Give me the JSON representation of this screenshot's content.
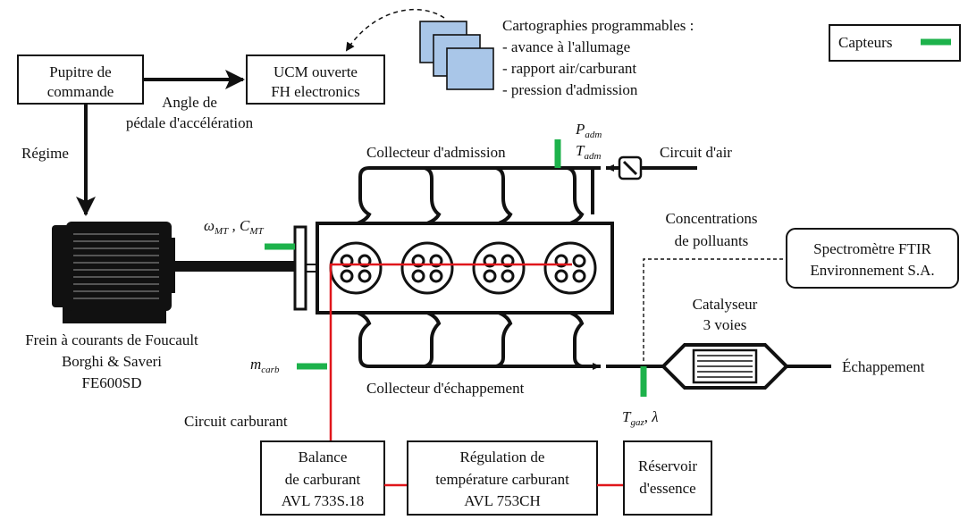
{
  "boxes": {
    "pupitre": [
      "Pupitre de",
      "commande"
    ],
    "ucm": [
      "UCM ouverte",
      "FH electronics"
    ],
    "spectro": [
      "Spectromètre FTIR",
      "Environnement S.A."
    ],
    "balance": [
      "Balance",
      "de carburant",
      "AVL 733S.18"
    ],
    "regulation": [
      "Régulation de",
      "température carburant",
      "AVL 753CH"
    ],
    "reservoir": [
      "Réservoir",
      "d'essence"
    ]
  },
  "legend": {
    "label": "Capteurs"
  },
  "carto": {
    "title": "Cartographies programmables :",
    "items": [
      "- avance à l'allumage",
      "- rapport air/carburant",
      "- pression d'admission"
    ]
  },
  "labels": {
    "angle": [
      "Angle de",
      "pédale d'accélération"
    ],
    "regime": "Régime",
    "collecteur_admission": "Collecteur d'admission",
    "circuit_air": "Circuit d'air",
    "concentrations": [
      "Concentrations",
      "de polluants"
    ],
    "catalyseur": [
      "Catalyseur",
      "3 voies"
    ],
    "echappement": "Échappement",
    "collecteur_echappement": "Collecteur d'échappement",
    "frein": [
      "Frein à courants de Foucault",
      "Borghi & Saveri",
      "FE600SD"
    ],
    "circuit_carburant": "Circuit carburant"
  },
  "sensors": {
    "omega": "ω",
    "omega_sub": "MT",
    "c": "C",
    "c_sub": "MT",
    "p": "P",
    "p_sub": "adm",
    "t": "T",
    "t_sub": "adm",
    "m": "m",
    "m_sub": "carb",
    "tg": "T",
    "tg_sub": "gaz",
    "lambda": ", λ"
  },
  "colors": {
    "sensor": "#1db24b",
    "fuel": "#e0161b",
    "map_fill": "#a9c6e8",
    "line": "#111111"
  }
}
